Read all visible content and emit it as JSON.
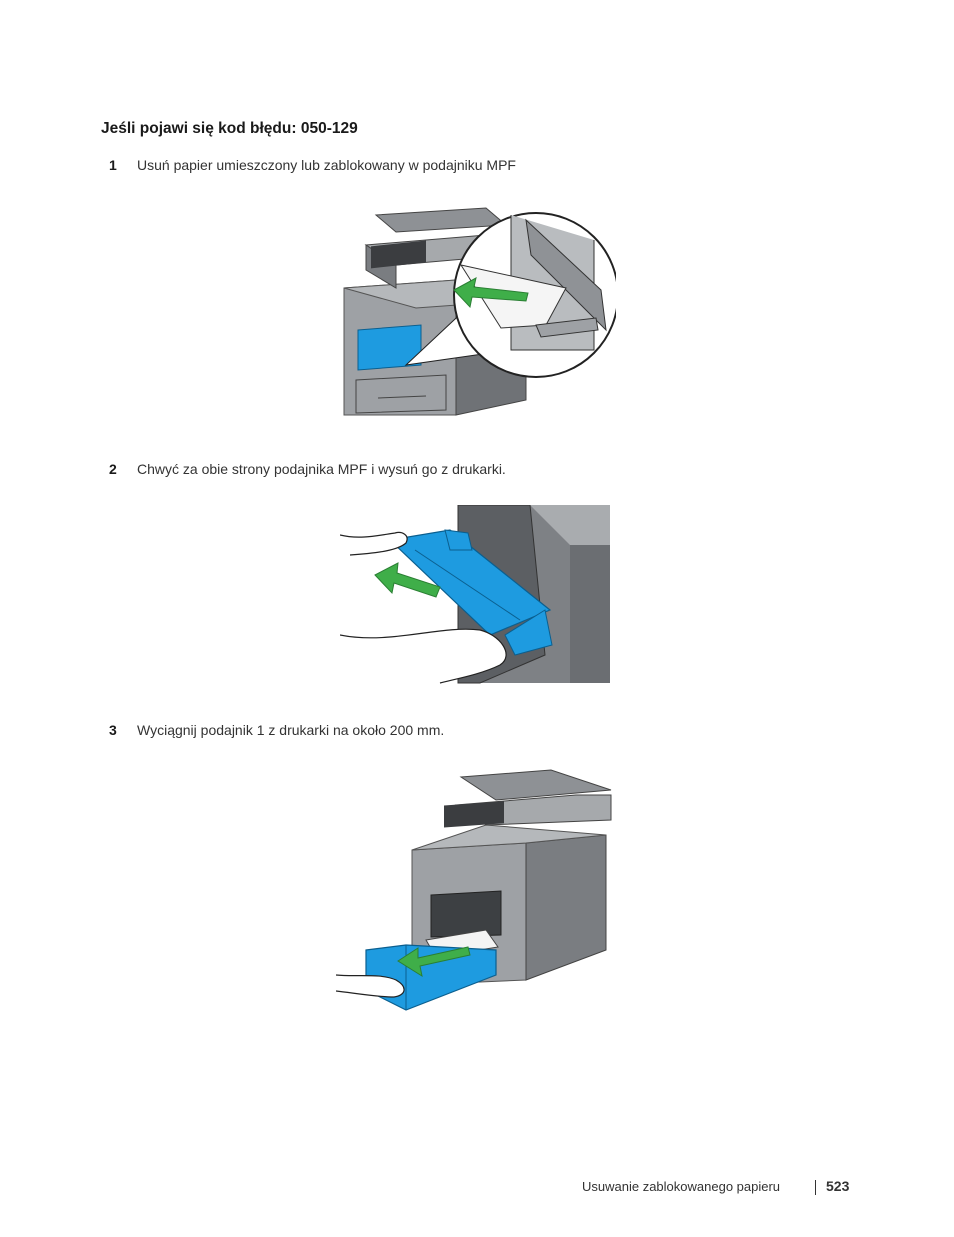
{
  "heading": "Jeśli pojawi się kod błędu: 050-129",
  "steps": [
    {
      "number": "1",
      "text": "Usuń papier umieszczony lub zablokowany w podajniku MPF"
    },
    {
      "number": "2",
      "text": "Chwyć za obie strony podajnika MPF i wysuń go z drukarki."
    },
    {
      "number": "3",
      "text": "Wyciągnij podajnik 1 z drukarki na około 200 mm."
    }
  ],
  "footer": {
    "section": "Usuwanie zablokowanego papieru",
    "page": "523"
  },
  "colors": {
    "accent_blue": "#1e9be0",
    "arrow_green": "#3fae49",
    "printer_gray": "#8c8f93"
  }
}
